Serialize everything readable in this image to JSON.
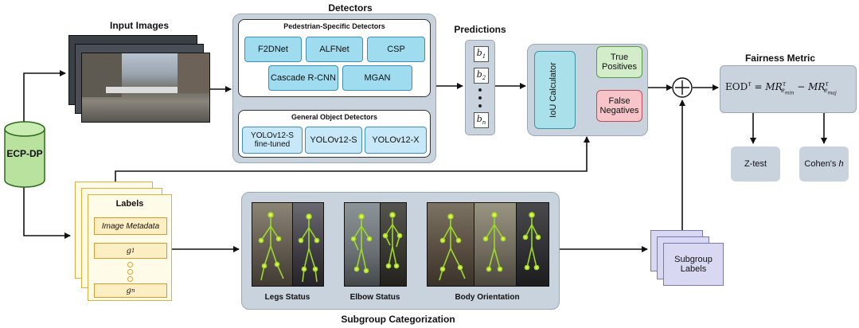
{
  "input": {
    "title": "Input Images"
  },
  "dataset": {
    "label": "ECP-DP"
  },
  "detectors": {
    "title": "Detectors",
    "pedestrian": {
      "title": "Pedestrian-Specific Detectors",
      "items": [
        "F2DNet",
        "ALFNet",
        "CSP",
        "Cascade R-CNN",
        "MGAN"
      ]
    },
    "general": {
      "title": "General Object Detectors",
      "items": [
        "YOLOv12-S fine-tuned",
        "YOLOv12-S",
        "YOLOv12-X"
      ]
    }
  },
  "predictions": {
    "title": "Predictions",
    "b1": "b1",
    "b2": "b2",
    "bn": "bn"
  },
  "iou": {
    "calculator": "IoU Calculator",
    "true_positives": "True Positives",
    "false_negatives": "False Negatives"
  },
  "fairness": {
    "title": "Fairness Metric",
    "formula_lhs": "EOD",
    "formula_sup": "τ",
    "formula_eq": "=",
    "term1": "MR",
    "term1_sub": "e",
    "term1_subsub": "min",
    "minus": "−",
    "term2": "MR",
    "term2_sub": "e",
    "term2_subsub": "maj",
    "ztest": "Z-test",
    "cohens": "Cohen's",
    "cohens_h": "h"
  },
  "labels": {
    "title": "Labels",
    "metadata": "Image Metadata",
    "g1": "g",
    "g1_sub": "1",
    "gn": "g",
    "gn_sub": "n"
  },
  "subgroup": {
    "title": "Subgroup Categorization",
    "groups": [
      "Legs Status",
      "Elbow Status",
      "Body Orientation"
    ],
    "labels_box": "Subgroup Labels"
  },
  "colors": {
    "panel": "#c9d3de",
    "detector_fill": "#9fdcf0",
    "iou_fill": "#a9e0ea",
    "true_positive": "#d3ecc9",
    "false_negative": "#f7c4c9",
    "dataset": "#b8e29e",
    "label_card": "#fffbe9",
    "subgroup_card": "#d9d8f2"
  }
}
